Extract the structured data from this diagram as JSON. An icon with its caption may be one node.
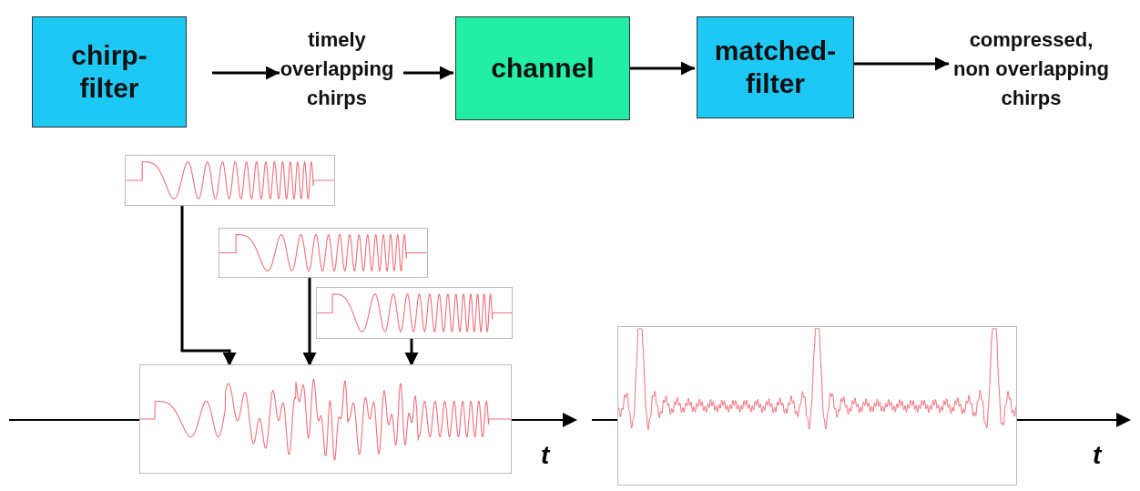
{
  "diagram": {
    "nodes": [
      {
        "text": [
          "chirp-filter"
        ]
      },
      {
        "text": [
          "timely overlapping chirps"
        ]
      },
      {
        "text": [
          "channel"
        ]
      },
      {
        "text": [
          "matched-filter"
        ]
      },
      {
        "text": [
          "compressed, non overlapping chirps"
        ]
      },
      {
        "text": [],
        "shape": "picture"
      },
      {
        "text": [],
        "shape": "picture"
      },
      {
        "text": [],
        "shape": "picture"
      },
      {
        "text": [],
        "shape": "picture"
      },
      {
        "text": [],
        "shape": "picture"
      }
    ],
    "edges": [
      {
        "from": 0,
        "to": 1,
        "arrow": "to"
      },
      {
        "from": 1,
        "to": 2,
        "arrow": "to"
      },
      {
        "from": 2,
        "to": 3,
        "arrow": "to"
      },
      {
        "from": 3,
        "to": 4,
        "arrow": "to"
      },
      {
        "from": 5,
        "to": 8,
        "arrow": "to"
      },
      {
        "from": 6,
        "to": 8,
        "arrow": "to"
      },
      {
        "from": 7,
        "to": 8,
        "arrow": "to"
      }
    ],
    "labels": [
      "t",
      "t"
    ]
  }
}
